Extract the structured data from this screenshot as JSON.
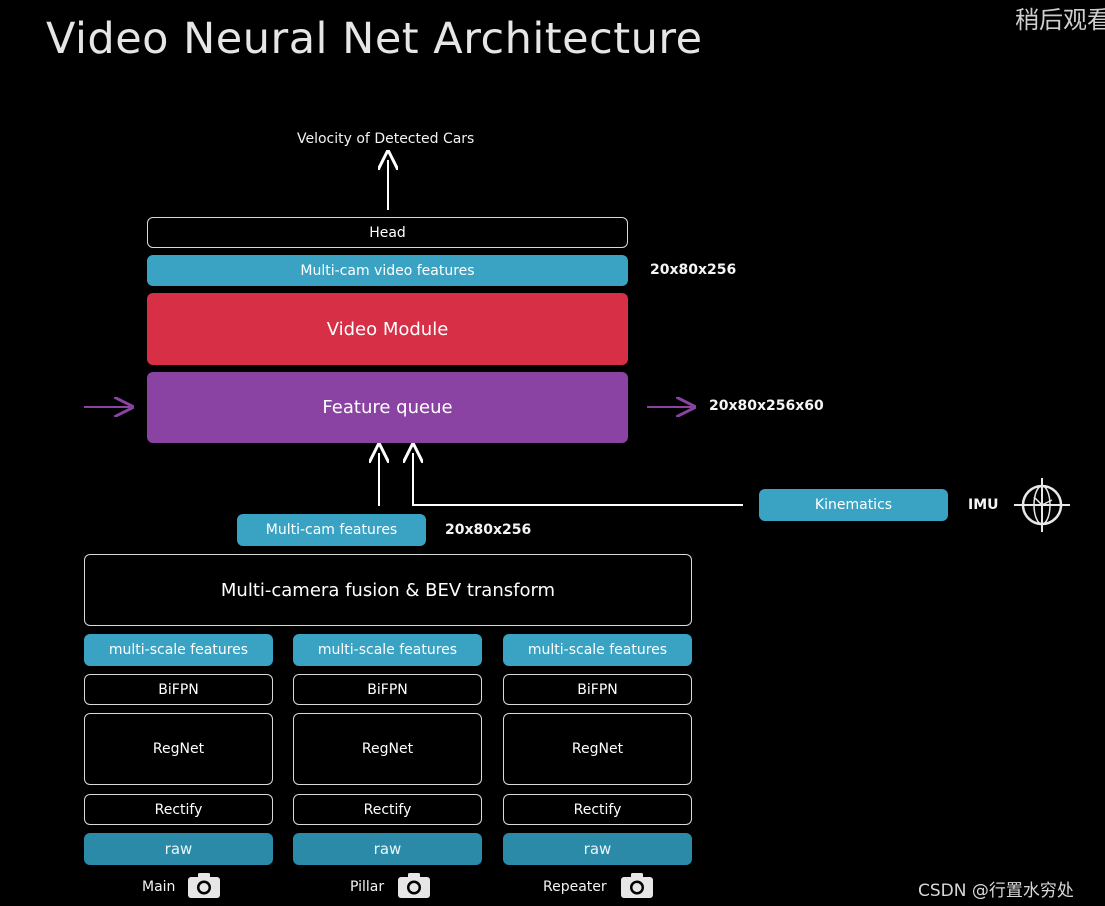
{
  "title": "Video Neural Net Architecture",
  "corner_text": "稍后观看",
  "watermark": "CSDN @行置水穷处",
  "output_label": "Velocity of Detected Cars",
  "top_stack": {
    "head": "Head",
    "video_features": "Multi-cam video features",
    "video_features_dim": "20x80x256",
    "video_module": "Video Module",
    "feature_queue": "Feature queue",
    "feature_queue_dim": "20x80x256x60"
  },
  "kinematics": {
    "label": "Kinematics",
    "imu": "IMU"
  },
  "multicam_features": {
    "label": "Multi-cam features",
    "dim": "20x80x256"
  },
  "fusion": "Multi-camera fusion & BEV transform",
  "columns": [
    {
      "msf": "multi-scale features",
      "bifpn": "BiFPN",
      "regnet": "RegNet",
      "rectify": "Rectify",
      "raw": "raw",
      "camera": "Main"
    },
    {
      "msf": "multi-scale features",
      "bifpn": "BiFPN",
      "regnet": "RegNet",
      "rectify": "Rectify",
      "raw": "raw",
      "camera": "Pillar"
    },
    {
      "msf": "multi-scale features",
      "bifpn": "BiFPN",
      "regnet": "RegNet",
      "rectify": "Rectify",
      "raw": "raw",
      "camera": "Repeater"
    }
  ],
  "colors": {
    "blue": "#3aa3c4",
    "red": "#d72f45",
    "purple": "#8a43a2",
    "arrow_purple": "#8a43a2"
  }
}
